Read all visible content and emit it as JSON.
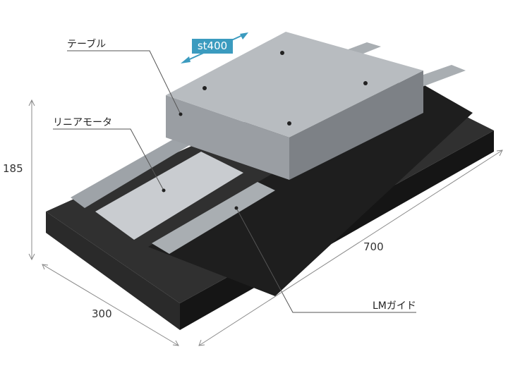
{
  "labels": {
    "table": "テーブル",
    "linear_motor": "リニアモータ",
    "lm_guide": "LMガイド"
  },
  "stroke_badge": "st400",
  "dimensions": {
    "height": "185",
    "length": "700",
    "width": "300"
  },
  "colors": {
    "accent": "#3b9bbf",
    "base": "#1c1c1c",
    "table": "#b8bcc0"
  }
}
